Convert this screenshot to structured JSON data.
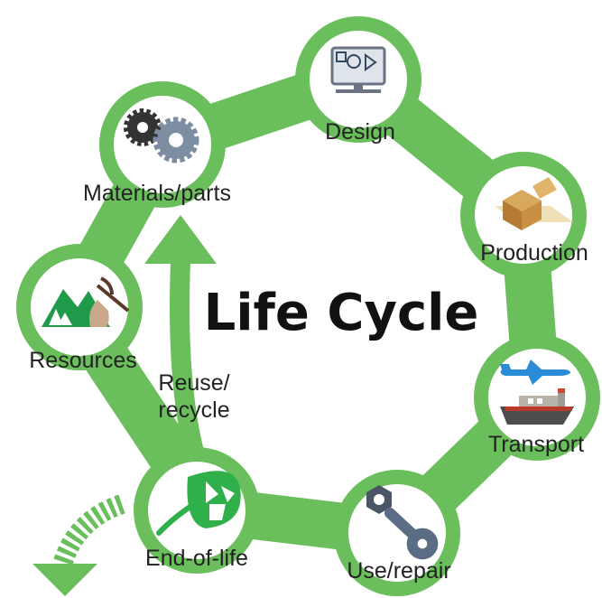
{
  "diagram": {
    "title": "Life Cycle",
    "loop_label_line1": "Reuse/",
    "loop_label_line2": "recycle",
    "colors": {
      "ring": "#6abf5c",
      "node_fill": "#ffffff",
      "text": "#222222"
    },
    "stages": [
      {
        "label": "Design",
        "icon": "design-monitor-icon"
      },
      {
        "label": "Production",
        "icon": "cardboard-box-icon"
      },
      {
        "label": "Transport",
        "icon": "airplane-ship-icon"
      },
      {
        "label": "Use/repair",
        "icon": "wrench-icon"
      },
      {
        "label": "End-of-life",
        "icon": "recycle-leaf-icon"
      },
      {
        "label": "Resources",
        "icon": "forest-pickaxe-icon"
      },
      {
        "label": "Materials/parts",
        "icon": "gears-icon"
      }
    ]
  }
}
